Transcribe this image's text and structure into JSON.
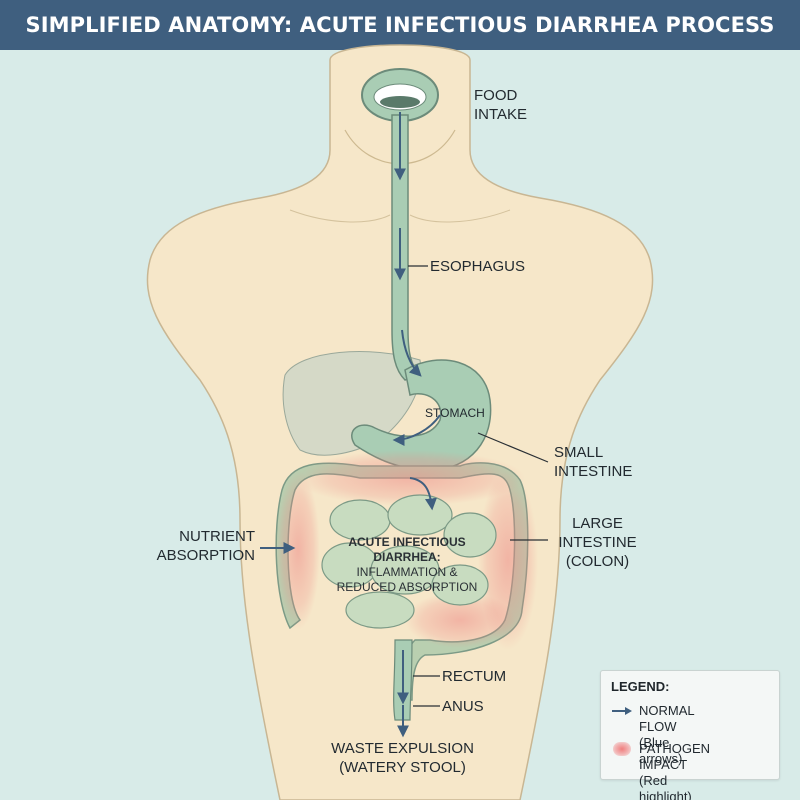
{
  "header": {
    "title": "SIMPLIFIED ANATOMY: ACUTE INFECTIOUS DIARRHEA PROCESS"
  },
  "labels": {
    "food_intake": "FOOD\nINTAKE",
    "esophagus": "ESOPHAGUS",
    "stomach": "STOMACH",
    "small_intestine": "SMALL\nINTESTINE",
    "large_intestine": "LARGE\nINTESTINE\n(COLON)",
    "nutrient_absorption": "NUTRIENT\nABSORPTION",
    "rectum": "RECTUM",
    "anus": "ANUS",
    "waste_expulsion": "WASTE EXPULSION\n(WATERY STOOL)"
  },
  "center_note": {
    "title": "ACUTE INFECTIOUS\nDIARRHEA:",
    "body": "INFLAMMATION &\nREDUCED ABSORPTION"
  },
  "legend": {
    "title": "LEGEND:",
    "normal_flow": "NORMAL FLOW\n(Blue arrows)",
    "pathogen_impact": "PATHOGEN IMPACT\n(Red highlight)"
  },
  "colors": {
    "header_bg": "#3f5f7f",
    "background": "#d8ebe8",
    "skin": "#f6e7c9",
    "organ_green": "#a9cdb4",
    "arrow_blue": "#3f5f7f",
    "pathogen_red": "#e98a86"
  }
}
